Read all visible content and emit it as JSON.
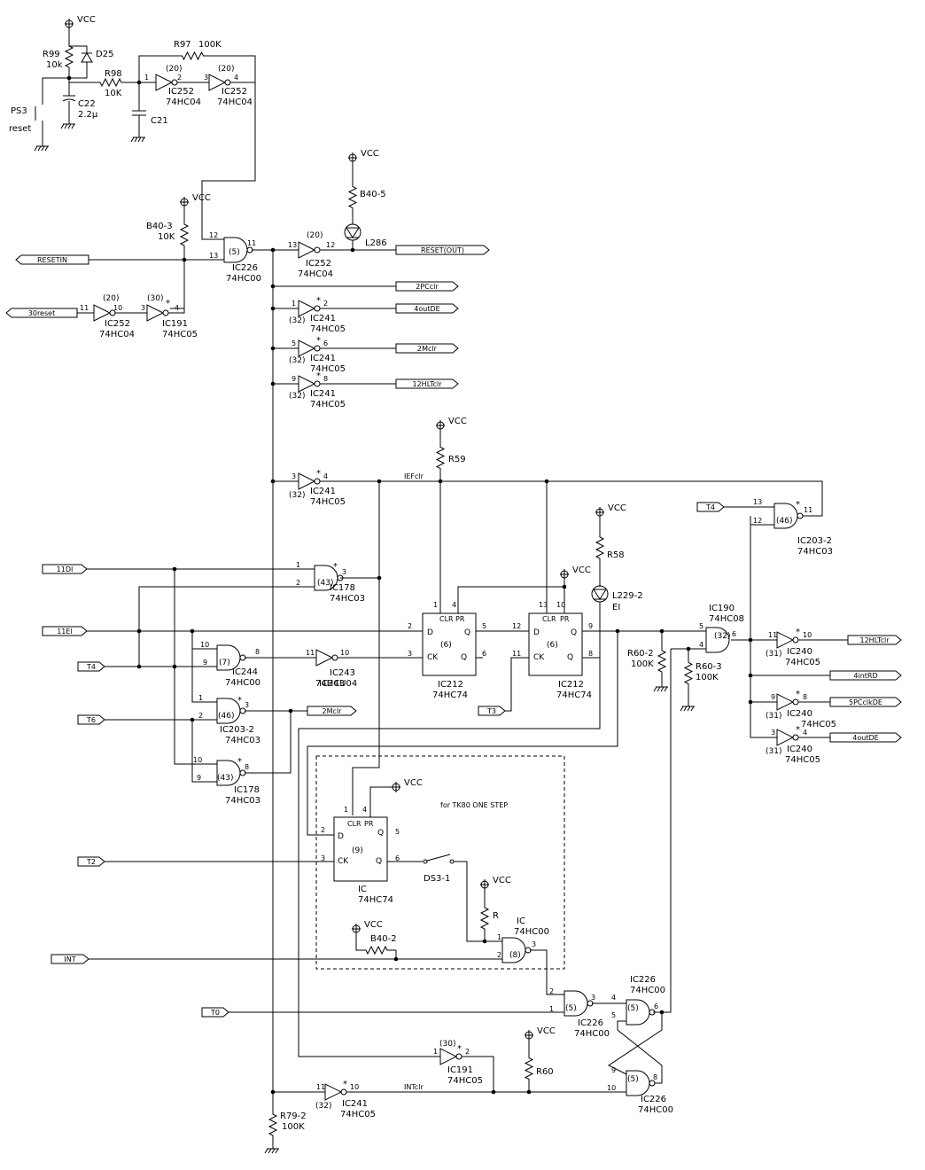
{
  "supply": "VCC",
  "components": {
    "r99": "R99",
    "r99_val": "10k",
    "d25": "D25",
    "r98": "R98",
    "r98_val": "10K",
    "r97": "R97",
    "r97_val": "100K",
    "c22": "C22",
    "c22_val": "2.2μ",
    "c21": "C21",
    "ps3": "PS3",
    "ps3_sub": "reset",
    "b40_3": "B40-3",
    "b40_3_val": "10K",
    "b40_5": "B40-5",
    "l286": "L286",
    "r59": "R59",
    "r58": "R58",
    "l229": "L229-2",
    "l229_sub": "EI",
    "r60_2": "R60-2",
    "r60_2_val": "100K",
    "r60_3": "R60-3",
    "r60_3_val": "100K",
    "r60": "R60",
    "r": "R",
    "b40_2": "B40-2",
    "r79": "R79-2",
    "r79_val": "100K",
    "ds3": "DS3-1",
    "note": "for TK80 ONE STEP"
  },
  "ics": {
    "ic252": "IC252",
    "hc04": "74HC04",
    "ic226": "IC226",
    "hc00": "74HC00",
    "ic191": "IC191",
    "hc05": "74HC05",
    "ic241": "IC241",
    "ic178": "IC178",
    "hc03": "74HC03",
    "ic244": "IC244",
    "ic243": "IC243",
    "hcu04": "74HCU04",
    "ic203": "IC203-2",
    "ic212": "IC212",
    "hc74": "74HC74",
    "ic190": "IC190",
    "hc08": "74HC08",
    "ic240": "IC240",
    "ic": "IC"
  },
  "signals": {
    "resetin": "RESETIN",
    "r30reset": "30reset",
    "reset_out": "RESET(OUT)",
    "pcclr2": "2PCclr",
    "outde4": "4outDE",
    "mclr2": "2Mclr",
    "hltclr12": "12HLTclr",
    "iefclr": "IEFclr",
    "di11": "11DI",
    "ei11": "11EI",
    "t4": "T4",
    "t6": "T6",
    "t3": "T3",
    "t2": "T2",
    "int": "INT",
    "t0": "T0",
    "intclr": "INTclr",
    "intrd4": "4intRD",
    "pcclkde5": "5PCclkDE"
  }
}
